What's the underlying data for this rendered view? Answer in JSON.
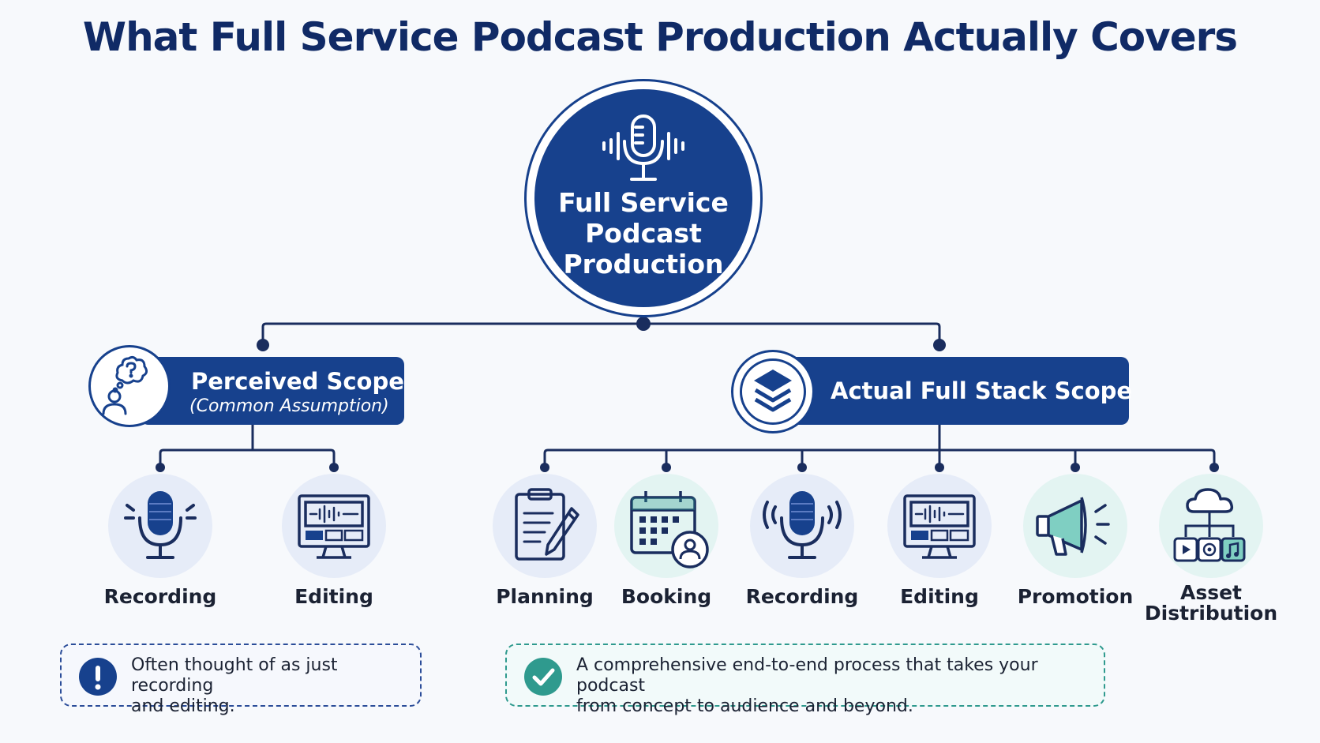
{
  "title": "What Full Service Podcast Production Actually Covers",
  "hub": {
    "lines": [
      "Full Service",
      "Podcast",
      "Production"
    ],
    "icon": "microphone-soundwave-icon"
  },
  "perceived": {
    "title": "Perceived Scope",
    "subtitle": "(Common Assumption)",
    "icon": "thinking-person-icon",
    "items": [
      {
        "label": "Recording",
        "icon": "microphone-icon"
      },
      {
        "label": "Editing",
        "icon": "editing-monitor-icon"
      }
    ],
    "note": {
      "icon": "exclamation-icon",
      "lines": [
        "Often thought of as just recording",
        "and editing."
      ]
    }
  },
  "actual": {
    "title": "Actual Full Stack Scope",
    "icon": "layers-icon",
    "items": [
      {
        "label": "Planning",
        "icon": "clipboard-pencil-icon"
      },
      {
        "label": "Booking",
        "icon": "calendar-person-icon"
      },
      {
        "label": "Recording",
        "icon": "microphone-icon"
      },
      {
        "label": "Editing",
        "icon": "editing-monitor-icon"
      },
      {
        "label": "Promotion",
        "icon": "megaphone-icon"
      },
      {
        "label": "Asset Distribution",
        "lines": [
          "Asset",
          "Distribution"
        ],
        "icon": "cloud-distribution-icon"
      }
    ],
    "note": {
      "icon": "checkmark-icon",
      "lines": [
        "A comprehensive end-to-end process that takes your podcast",
        "from concept to audience and beyond."
      ]
    }
  },
  "colors": {
    "navy": "#17418d",
    "title": "#102a66",
    "teal": "#2f9a8e",
    "circle_blue": "#e6ecf8",
    "circle_teal": "#e3f4f2"
  }
}
